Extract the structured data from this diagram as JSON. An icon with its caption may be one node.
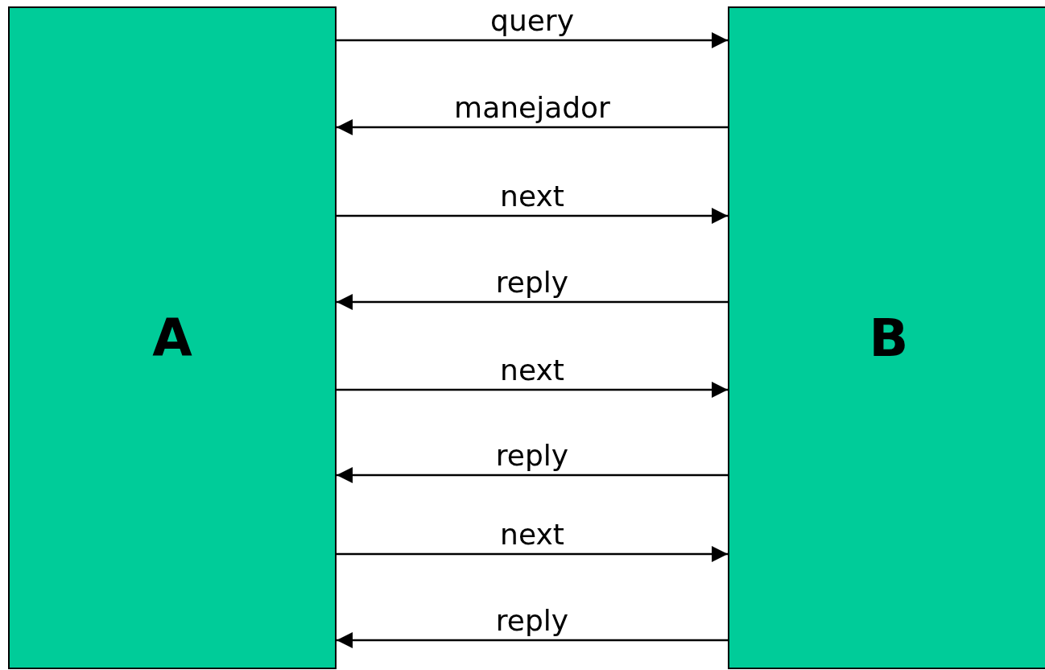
{
  "diagram": {
    "nodes": [
      {
        "text": [
          "A"
        ]
      },
      {
        "text": [
          "B"
        ]
      }
    ],
    "edges": [
      {
        "from": 0,
        "to": 1,
        "arrow": "to",
        "label": "query"
      },
      {
        "from": 1,
        "to": 0,
        "arrow": "to",
        "label": "manejador"
      },
      {
        "from": 0,
        "to": 1,
        "arrow": "to",
        "label": "next"
      },
      {
        "from": 1,
        "to": 0,
        "arrow": "to",
        "label": "reply"
      },
      {
        "from": 0,
        "to": 1,
        "arrow": "to",
        "label": "next"
      },
      {
        "from": 1,
        "to": 0,
        "arrow": "to",
        "label": "reply"
      },
      {
        "from": 0,
        "to": 1,
        "arrow": "to",
        "label": "next"
      },
      {
        "from": 1,
        "to": 0,
        "arrow": "to",
        "label": "reply"
      }
    ]
  }
}
